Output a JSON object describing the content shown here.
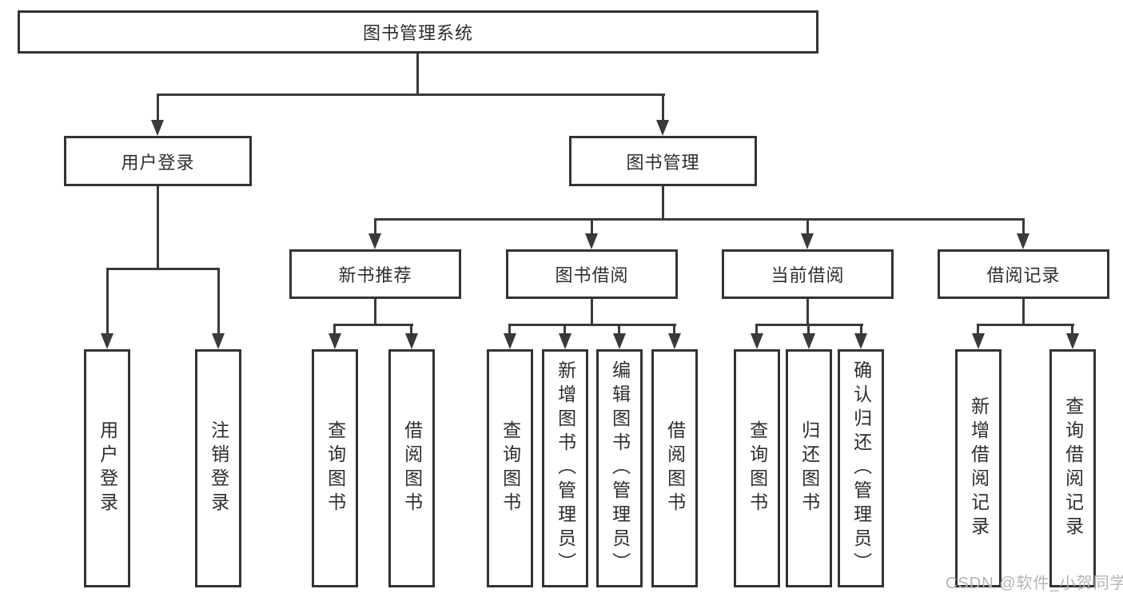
{
  "diagram": {
    "root_label": "图书管理系统",
    "level2": {
      "user_login": "用户登录",
      "book_mgmt": "图书管理"
    },
    "level3": {
      "new_book": "新书推荐",
      "book_borrow": "图书借阅",
      "current_borrow": "当前借阅",
      "borrow_records": "借阅记录"
    },
    "leaves": {
      "user_login_1": "用户登录",
      "user_login_2": "注销登录",
      "new_book_1": "查询图书",
      "new_book_2": "借阅图书",
      "book_borrow_1": "查询图书",
      "book_borrow_2": "新增图书（管理员）",
      "book_borrow_3": "编辑图书（管理员）",
      "book_borrow_4": "借阅图书",
      "current_borrow_1": "查询图书",
      "current_borrow_2": "归还图书",
      "current_borrow_3": "确认归还（管理员）",
      "borrow_records_1": "新增借阅记录",
      "borrow_records_2": "查询借阅记录"
    }
  },
  "watermark": {
    "text": "CSDN @软件_小贺同学"
  },
  "colors": {
    "line": "#3a3a3a",
    "box_border": "#333333",
    "text": "#2d2d2d",
    "watermark": "#b4b4b4",
    "background": "#ffffff"
  }
}
